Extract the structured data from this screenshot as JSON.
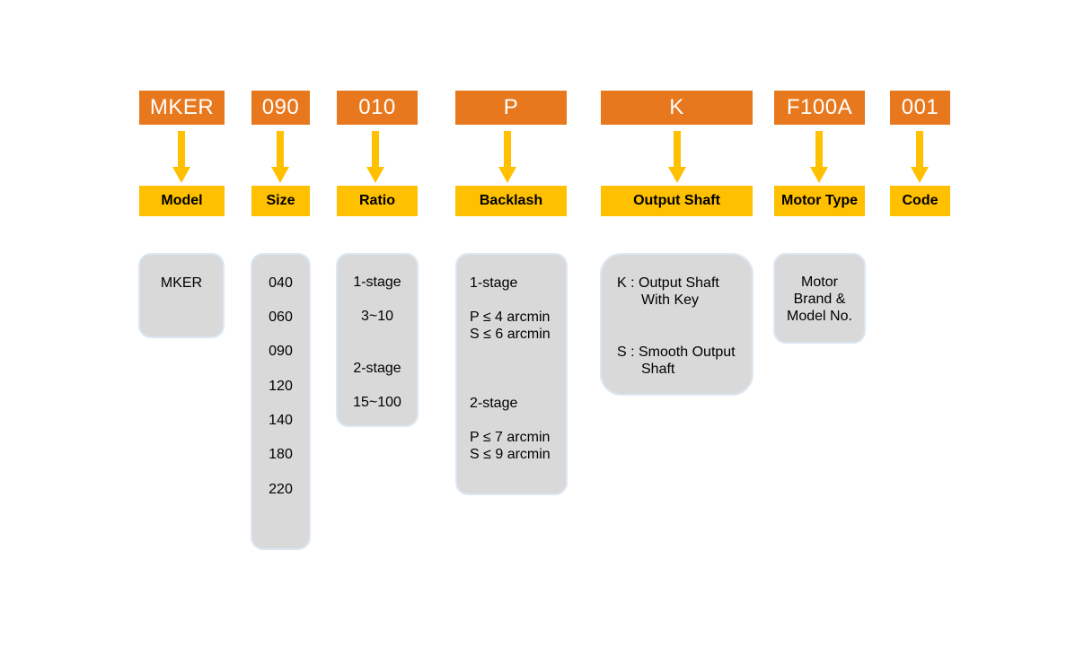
{
  "colors": {
    "code_fill": "#E8781E",
    "label_fill": "#FFC000",
    "arrow_fill": "#FFC000",
    "detail_fill": "#D9D9D9",
    "detail_border": "#DCE7F2"
  },
  "segments": [
    {
      "code": "MKER",
      "label": "Model",
      "details": [
        "MKER"
      ]
    },
    {
      "code": "090",
      "label": "Size",
      "details": [
        "040",
        "060",
        "090",
        "120",
        "140",
        "180",
        "220"
      ]
    },
    {
      "code": "010",
      "label": "Ratio",
      "details": [
        "1-stage",
        "3~10",
        "2-stage",
        "15~100"
      ]
    },
    {
      "code": "P",
      "label": "Backlash",
      "details": [
        "1-stage",
        "P ≤ 4 arcmin",
        "S ≤ 6 arcmin",
        "2-stage",
        "P ≤ 7 arcmin",
        "S ≤ 9 arcmin"
      ]
    },
    {
      "code": "K",
      "label": "Output Shaft",
      "details": [
        "K : Output Shaft",
        "With Key",
        "S : Smooth Output",
        "Shaft"
      ]
    },
    {
      "code": "F100A",
      "label": "Motor Type",
      "details": [
        "Motor",
        "Brand &",
        "Model No."
      ]
    },
    {
      "code": "001",
      "label": "Code",
      "details": []
    }
  ]
}
